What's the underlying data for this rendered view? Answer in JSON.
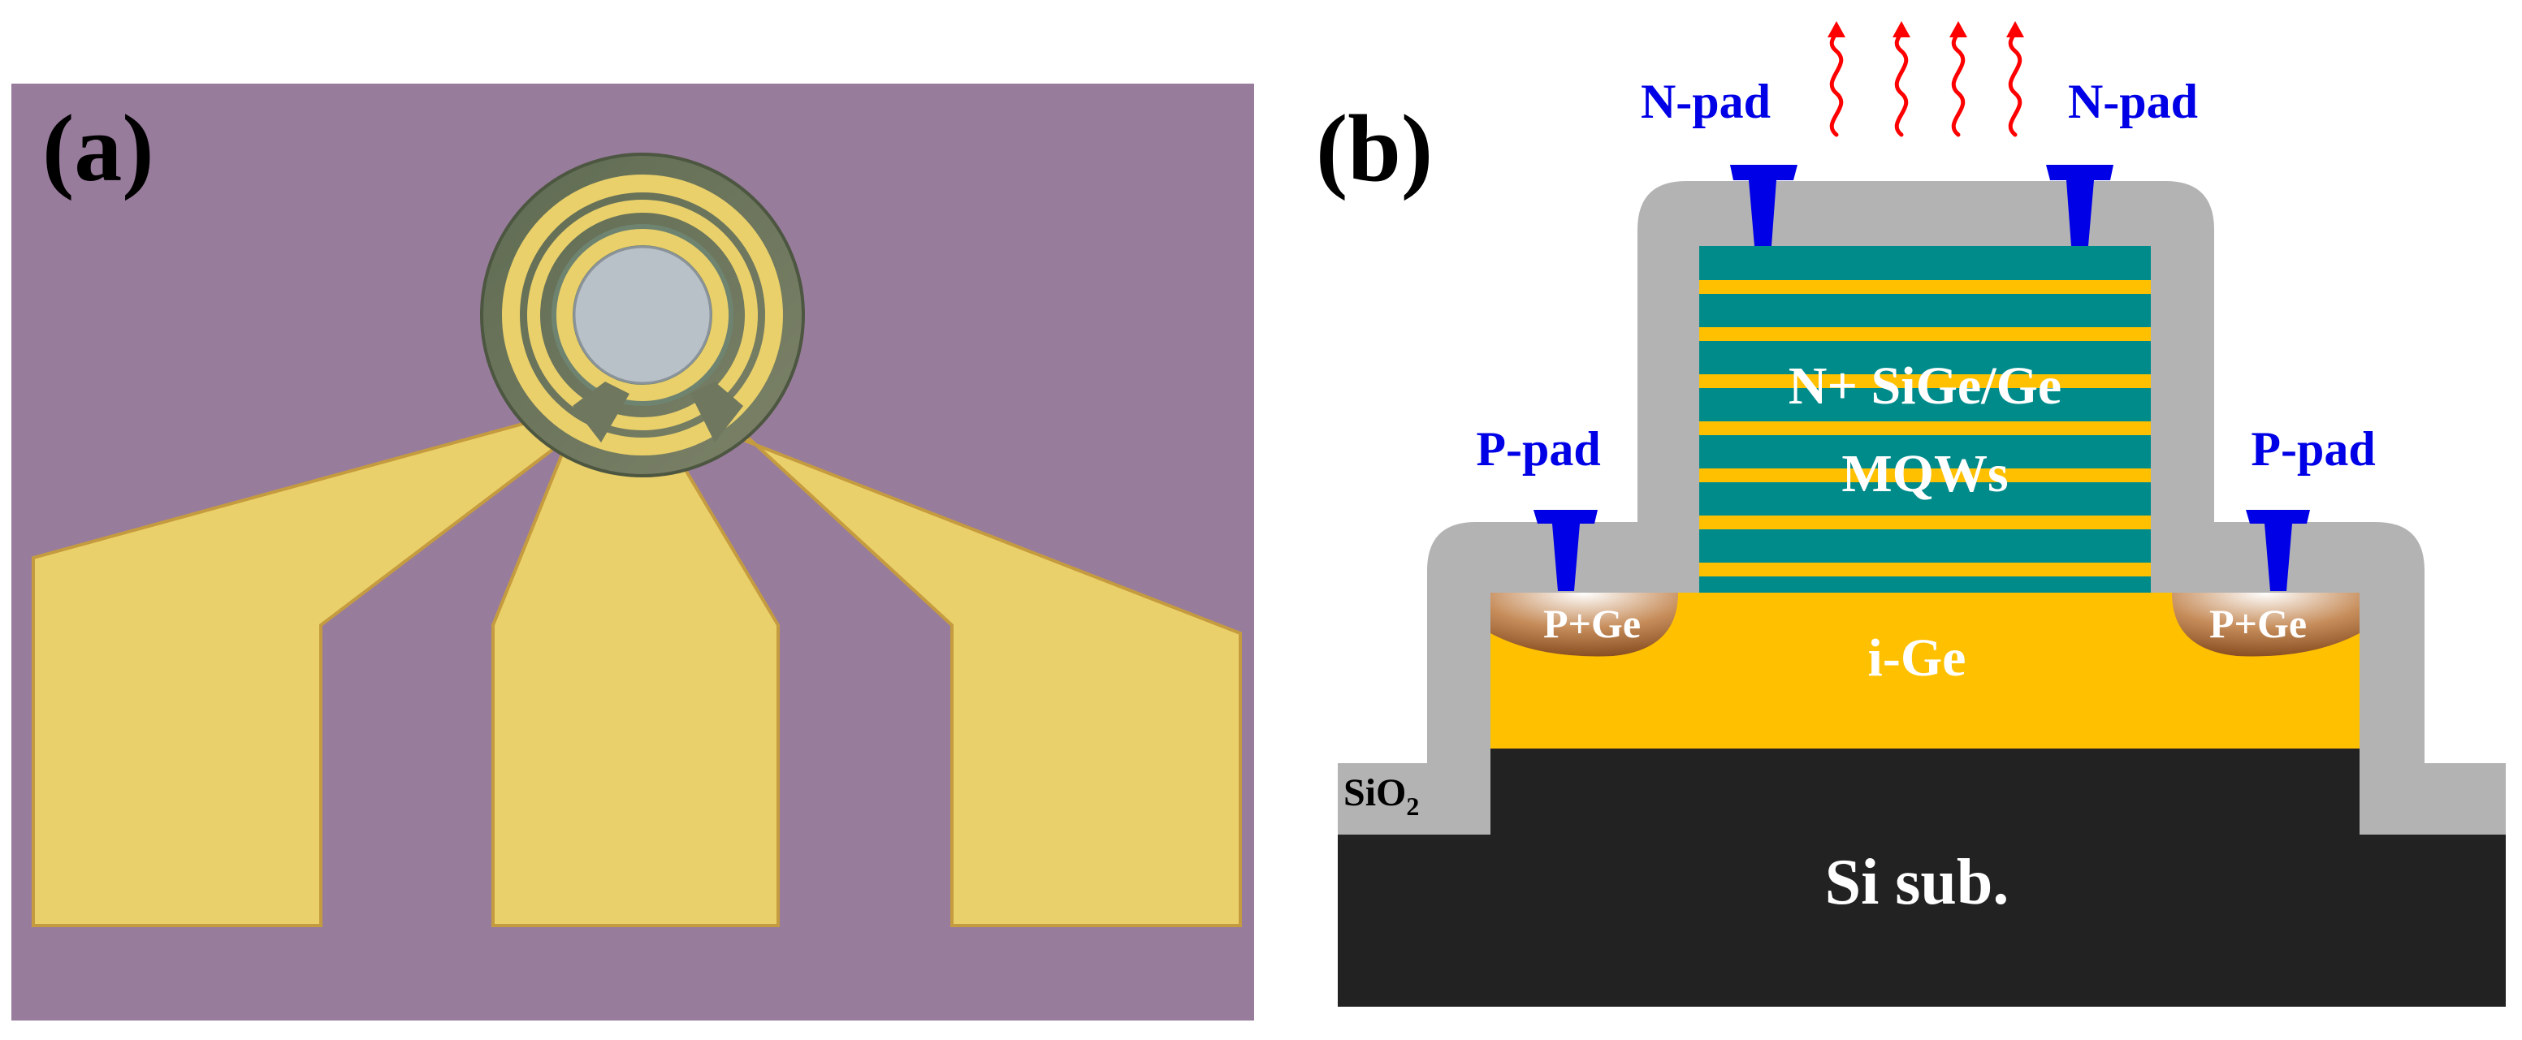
{
  "colors": {
    "background": "#ffffff",
    "micro_substrate": "#987c9c",
    "gold": "#ead06a",
    "gold_edge": "#c59b3f",
    "ring_dark": "#6f775f",
    "ring_inner": "#b8c0c8",
    "pad_blue": "#0000e6",
    "oxide_gray": "#b3b3b3",
    "si_substrate": "#222222",
    "i_ge": "#ffc000",
    "mqw_teal": "#008b8b",
    "mqw_gold": "#ffc000",
    "p_ge_brown": "#a0622f",
    "photon_red": "#ff0000",
    "label_blue": "#0000e6"
  },
  "panel_a": {
    "label": "(a)"
  },
  "panel_b": {
    "label": "(b)",
    "n_pad_left": "N-pad",
    "n_pad_right": "N-pad",
    "p_pad_left": "P-pad",
    "p_pad_right": "P-pad",
    "mqw_line1": "N+ SiGe/Ge",
    "mqw_line2": "MQWs",
    "i_ge": "i-Ge",
    "p_ge_left": "P+Ge",
    "p_ge_right": "P+Ge",
    "sio2_base": "SiO",
    "sio2_sub": "2",
    "si_sub": "Si sub."
  }
}
